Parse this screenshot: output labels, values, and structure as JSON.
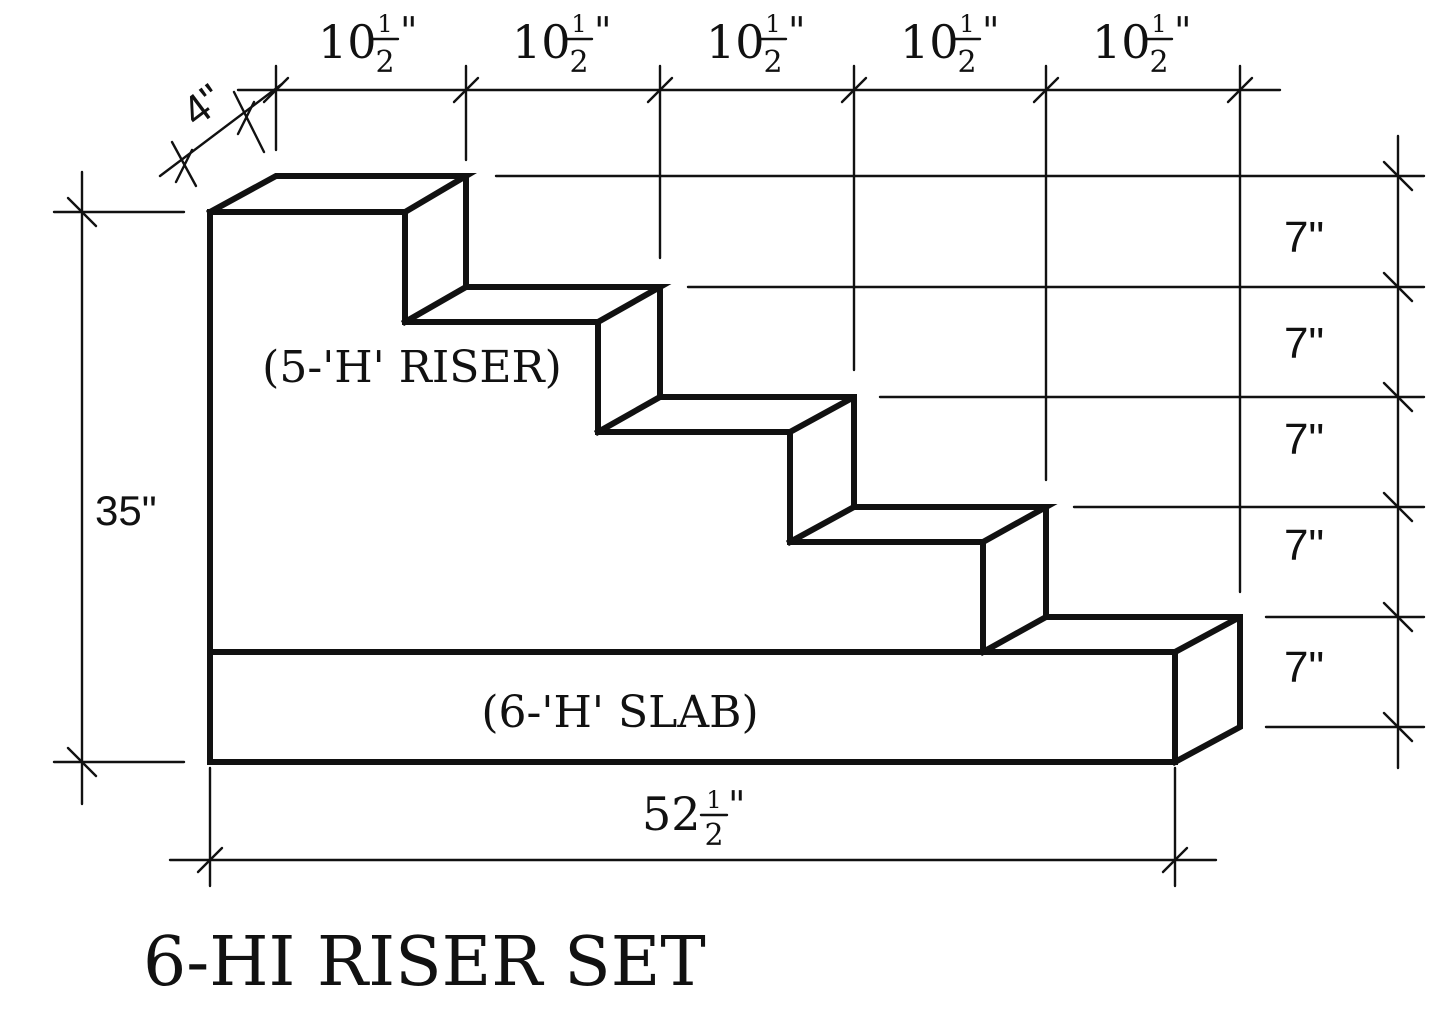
{
  "title": "6-HI RISER SET",
  "labels": {
    "riser": "(5-'H' RISER)",
    "slab": "(6-'H' SLAB)"
  },
  "dimensions": {
    "depth": "4\"",
    "tread_whole": "10",
    "tread_numerator": "1",
    "tread_denominator": "2",
    "tread_suffix": "\"",
    "rise": "7\"",
    "total_height": "35\"",
    "total_width_whole": "52",
    "total_width_numerator": "1",
    "total_width_denominator": "2",
    "total_width_suffix": "\""
  }
}
